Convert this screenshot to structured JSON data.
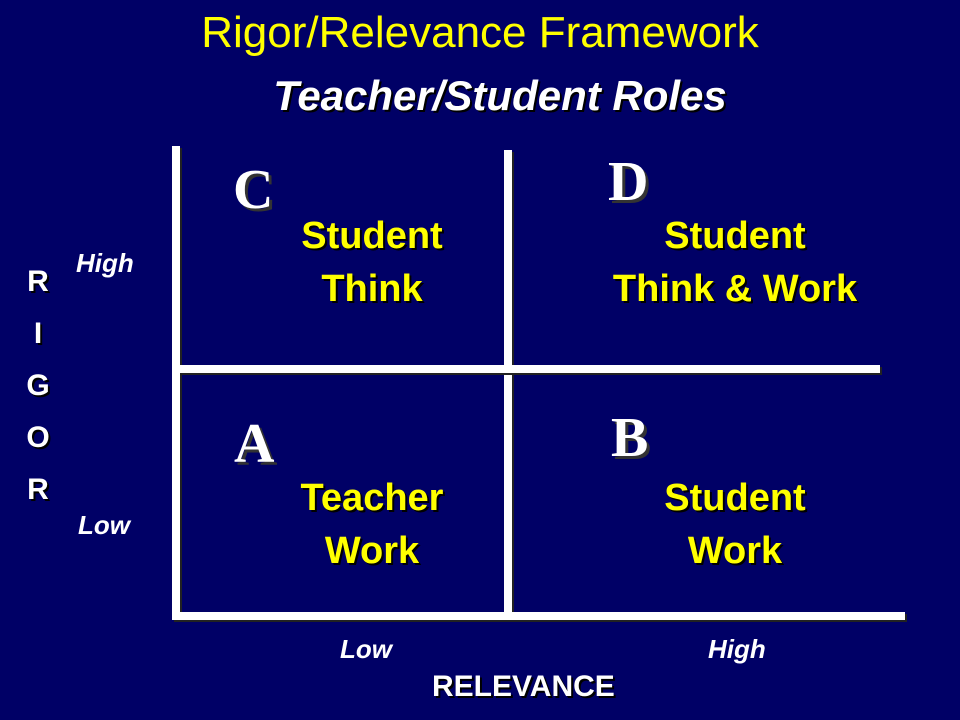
{
  "title": "Rigor/Relevance Framework",
  "subtitle": "Teacher/Student Roles",
  "quadrants": {
    "C": {
      "letter": "C",
      "line1": "Student",
      "line2": "Think"
    },
    "D": {
      "letter": "D",
      "line1": "Student",
      "line2": "Think & Work"
    },
    "A": {
      "letter": "A",
      "line1": "Teacher",
      "line2": "Work"
    },
    "B": {
      "letter": "B",
      "line1": "Student",
      "line2": "Work"
    }
  },
  "y_axis": {
    "label_letters": [
      "R",
      "I",
      "G",
      "O",
      "R"
    ],
    "high": "High",
    "low": "Low"
  },
  "x_axis": {
    "label": "RELEVANCE",
    "low": "Low",
    "high": "High"
  }
}
